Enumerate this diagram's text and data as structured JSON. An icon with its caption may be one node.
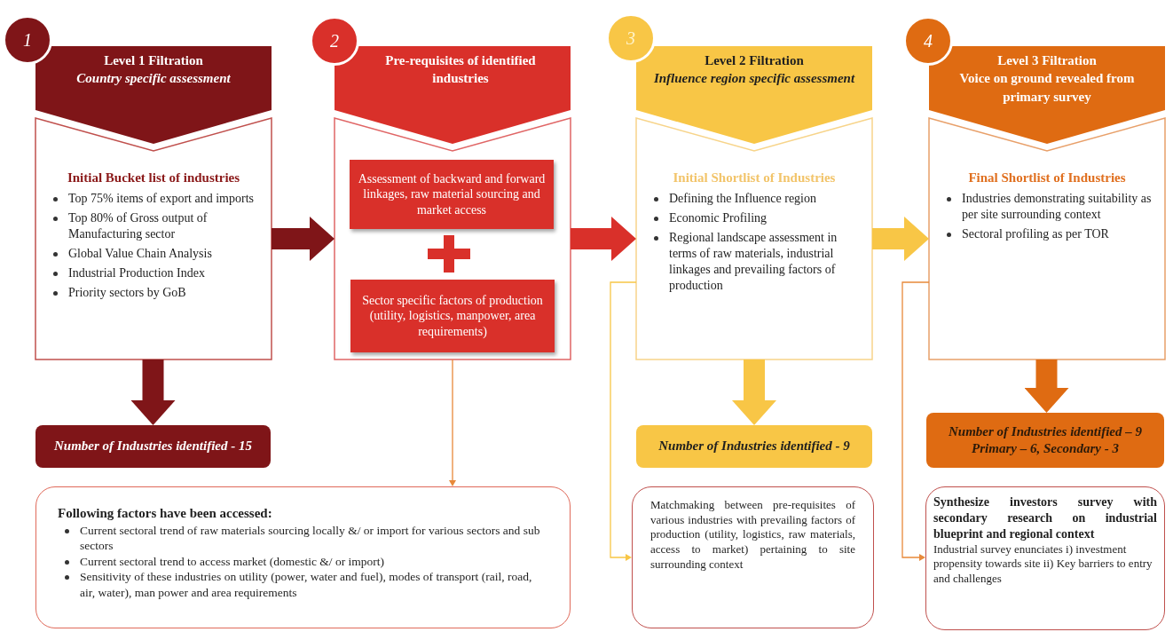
{
  "diagram": {
    "nodes": [
      {
        "text": [
          "1"
        ]
      },
      {
        "text": [
          "Level 1 Filtration",
          "Country specific assessment"
        ]
      },
      {
        "text": [
          "Initial Bucket list of industries",
          "Top 75% items of export and imports",
          "Top 80% of Gross output of Manufacturing sector",
          "Global Value Chain Analysis",
          "Industrial Production Index",
          "Priority sectors by GoB"
        ]
      },
      {
        "text": [
          "Number of Industries identified - 15"
        ]
      },
      {
        "text": [
          "2"
        ]
      },
      {
        "text": [
          "Pre-requisites of identified industries"
        ]
      },
      {
        "text": [],
        "shape": "box"
      },
      {
        "text": [
          "Assessment of backward and forward linkages, raw material sourcing and market access"
        ],
        "in": 6
      },
      {
        "text": [
          "Sector specific factors of production (utility, logistics, manpower, area requirements)"
        ],
        "in": 6
      },
      {
        "text": [
          "Following factors have been accessed:",
          "Current sectoral trend of raw materials sourcing locally &/ or import for various sectors and sub sectors",
          "Current sectoral trend to access market (domestic &/ or import)",
          "Sensitivity of these industries on utility (power, water and fuel), modes of transport (rail, road, air, water), man power and area requirements"
        ]
      },
      {
        "text": [
          "3"
        ]
      },
      {
        "text": [
          "Level 2 Filtration",
          "Influence region specific assessment"
        ]
      },
      {
        "text": [
          "Initial Shortlist of Industries",
          "Defining the Influence region",
          "Economic Profiling",
          "Regional landscape assessment in terms of raw materials, industrial linkages and prevailing factors of production"
        ]
      },
      {
        "text": [
          "Number of Industries identified - 9"
        ]
      },
      {
        "text": [
          "Matchmaking between pre-requisites of various industries with prevailing factors of production (utility, logistics, raw materials, access to market) pertaining to site surrounding context"
        ]
      },
      {
        "text": [
          "4"
        ]
      },
      {
        "text": [
          "Level 3 Filtration",
          "Voice on ground revealed from primary survey"
        ]
      },
      {
        "text": [
          "Final Shortlist of Industries",
          "Industries demonstrating suitability as per site surrounding context",
          "Sectoral profiling as per TOR"
        ]
      },
      {
        "text": [
          "Number of Industries identified – 9",
          "Primary – 6, Secondary - 3"
        ]
      },
      {
        "text": [
          "Synthesize investors survey with secondary research on industrial blueprint and regional context",
          "Industrial survey enunciates i) investment propensity towards site ii) Key barriers to entry and challenges"
        ]
      }
    ],
    "edges": [
      {
        "from": 2,
        "to": 3,
        "arrow": "to",
        "color": "#7f1518"
      },
      {
        "from": 2,
        "to": 6,
        "arrow": "to",
        "color": "#7f1518"
      },
      {
        "from": 6,
        "to": 12,
        "arrow": "to",
        "color": "#d9302a"
      },
      {
        "from": 6,
        "to": 9,
        "arrow": "to",
        "color": "#e8893a"
      },
      {
        "from": 12,
        "to": 17,
        "arrow": "to",
        "color": "#f8c646"
      },
      {
        "from": 12,
        "to": 13,
        "arrow": "to",
        "color": "#f8c646"
      },
      {
        "from": 12,
        "to": 14,
        "arrow": "to",
        "color": "#f8c646"
      },
      {
        "from": 17,
        "to": 18,
        "arrow": "to",
        "color": "#df6b12"
      },
      {
        "from": 17,
        "to": 19,
        "arrow": "to",
        "color": "#e8893a"
      }
    ]
  }
}
